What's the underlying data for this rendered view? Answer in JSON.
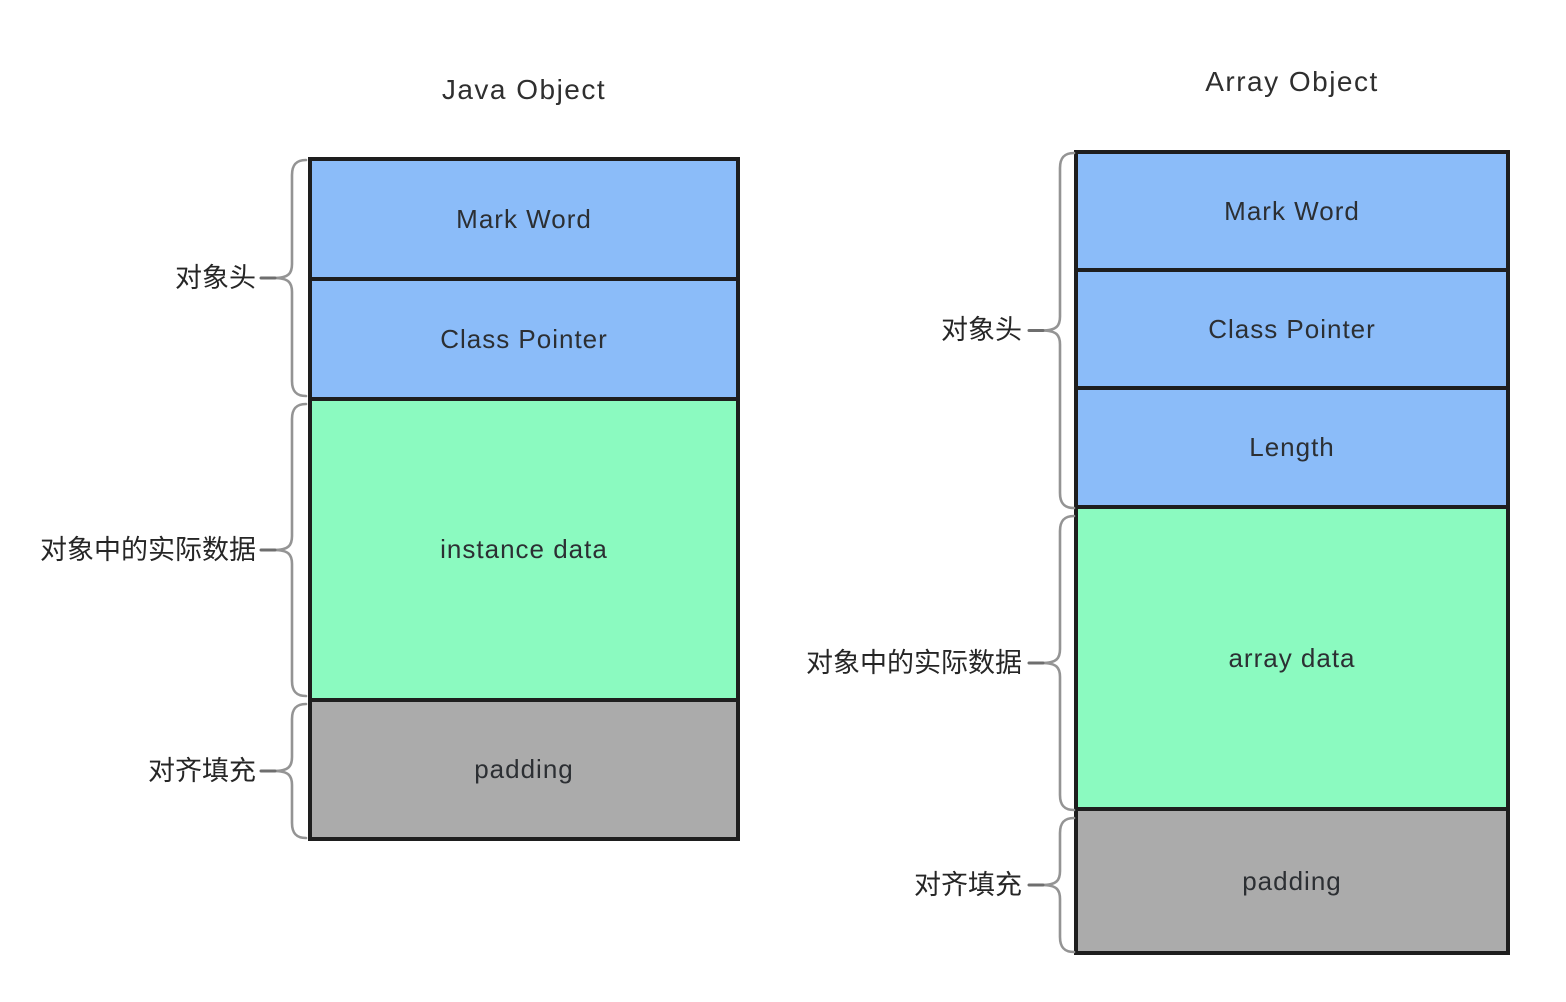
{
  "colors": {
    "header_fill": "#8BBCF9",
    "data_fill": "#8BFAC0",
    "padding_fill": "#ABABAB",
    "box_border": "#1E1E1E",
    "brace": "#949494",
    "brace_dash": "#6E6E6E",
    "text": "#2C2F33"
  },
  "diagrams": [
    {
      "title": "Java Object",
      "segments": [
        {
          "label": "Mark Word"
        },
        {
          "label": "Class Pointer"
        },
        {
          "label": "instance data"
        },
        {
          "label": "padding"
        }
      ],
      "group_labels": [
        {
          "label": "对象头"
        },
        {
          "label": "对象中的实际数据"
        },
        {
          "label": "对齐填充"
        }
      ]
    },
    {
      "title": "Array Object",
      "segments": [
        {
          "label": "Mark Word"
        },
        {
          "label": "Class Pointer"
        },
        {
          "label": "Length"
        },
        {
          "label": "array data"
        },
        {
          "label": "padding"
        }
      ],
      "group_labels": [
        {
          "label": "对象头"
        },
        {
          "label": "对象中的实际数据"
        },
        {
          "label": "对齐填充"
        }
      ]
    }
  ]
}
